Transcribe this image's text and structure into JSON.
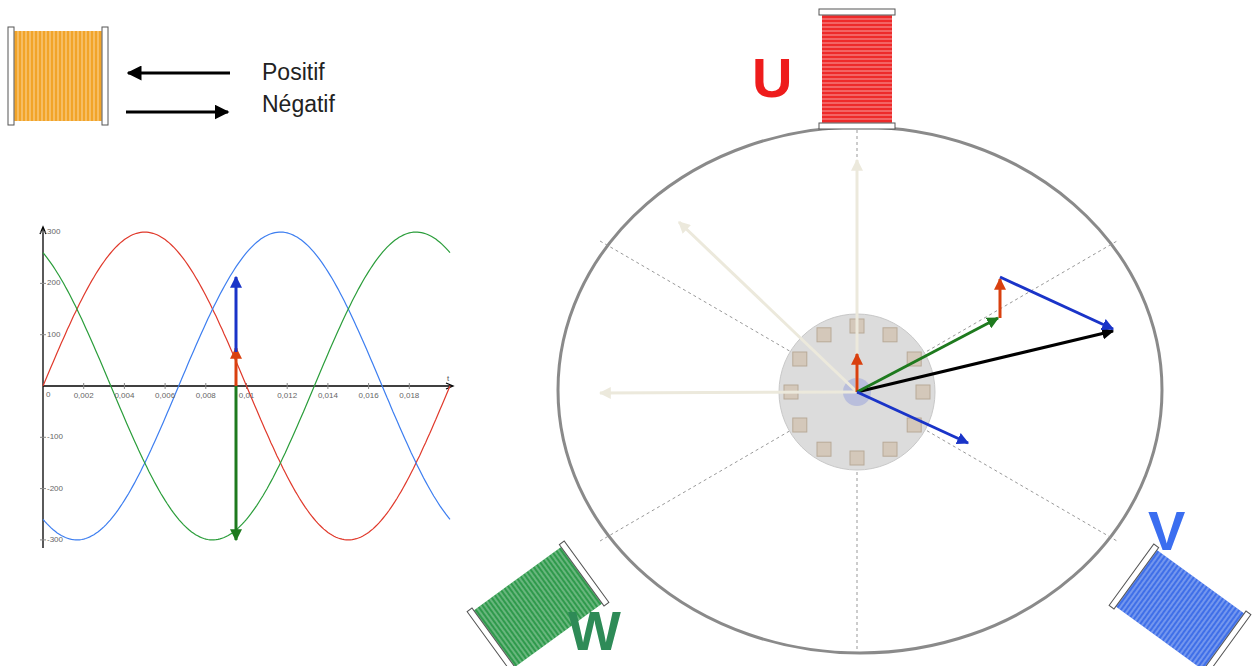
{
  "diagram": {
    "labels": [
      "U",
      "V",
      "W",
      "t",
      "300",
      "200",
      "100",
      "-100",
      "-200",
      "-300",
      "0",
      "0,002",
      "0,004",
      "0,006",
      "0,008",
      "0,01",
      "0,012",
      "0,014",
      "0,016",
      "0,018"
    ],
    "legend": [
      {
        "text": "Positif"
      },
      {
        "text": "Négatif"
      }
    ]
  }
}
